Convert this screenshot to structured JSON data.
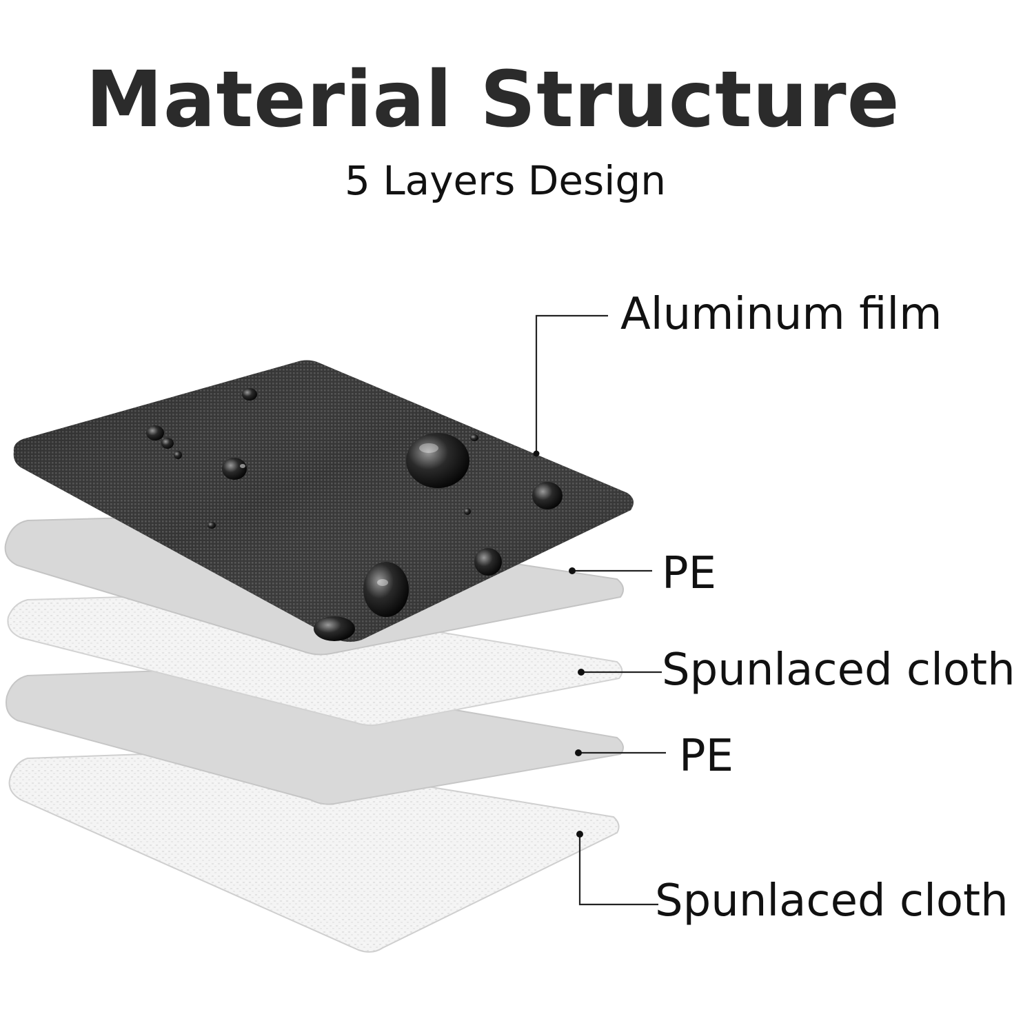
{
  "header": {
    "title": "Material Structure",
    "subtitle": "5 Layers Design"
  },
  "layers": [
    {
      "id": "aluminum-film",
      "label": "Aluminum film",
      "color": "#2e2e2e"
    },
    {
      "id": "pe-1",
      "label": "PE",
      "color": "#dadada"
    },
    {
      "id": "spunlaced-cloth-1",
      "label": "Spunlaced cloth",
      "color": "#f2f2f2"
    },
    {
      "id": "pe-2",
      "label": "PE",
      "color": "#dadada"
    },
    {
      "id": "spunlaced-cloth-2",
      "label": "Spunlaced cloth",
      "color": "#f2f2f2"
    }
  ],
  "colors": {
    "background": "#ffffff",
    "title": "#2b2b2b",
    "text": "#111111",
    "leader_line": "#222222"
  }
}
